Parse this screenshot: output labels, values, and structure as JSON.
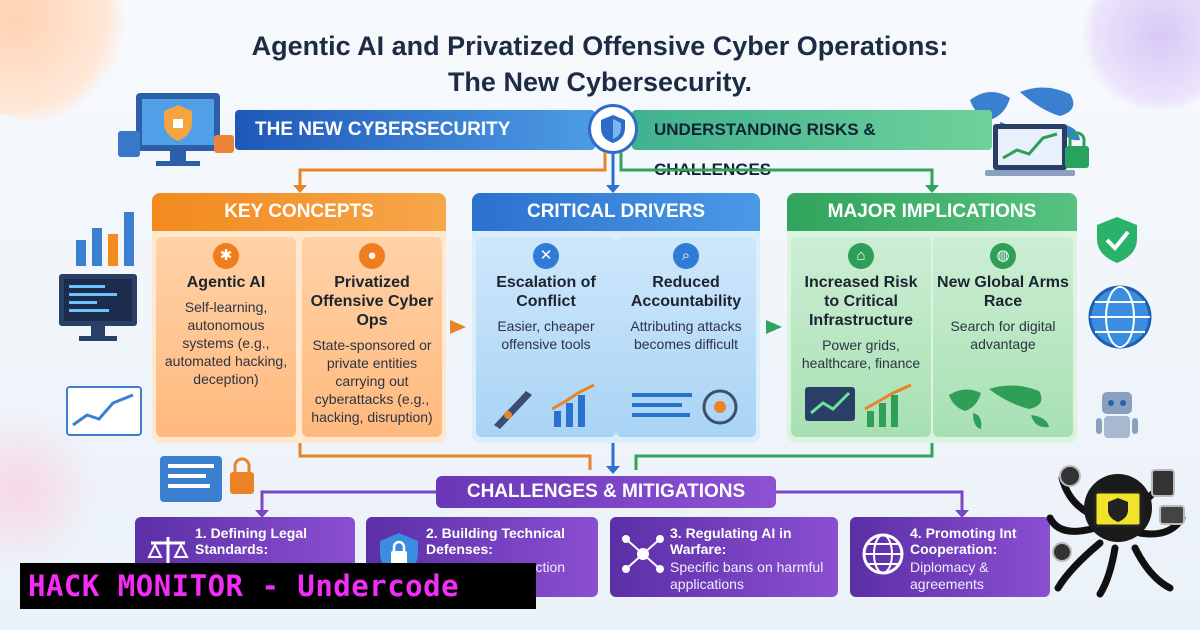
{
  "title": {
    "line1": "Agentic AI and Privatized Offensive Cyber Operations:",
    "line2": "The New Cybersecurity."
  },
  "banner": {
    "left": "THE NEW CYBERSECURITY",
    "right": "UNDERSTANDING RISKS & CHALLENGES",
    "center_icon": "shield-icon"
  },
  "sections": {
    "key_concepts": {
      "title": "KEY CONCEPTS",
      "items": [
        {
          "icon": "network-icon",
          "heading": "Agentic AI",
          "body": "Self-learning, autonomous systems (e.g., automated hacking, deception)"
        },
        {
          "icon": "hacker-icon",
          "heading": "Privatized Offensive Cyber Ops",
          "body": "State-sponsored or private entities carrying out cyberattacks (e.g., hacking, disruption)"
        }
      ]
    },
    "critical_drivers": {
      "title": "CRITICAL DRIVERS",
      "items": [
        {
          "icon": "swords-icon",
          "heading": "Escalation of Conflict",
          "body": "Easier, cheaper offensive tools"
        },
        {
          "icon": "magnifier-icon",
          "heading": "Reduced Accountability",
          "body": "Attributing attacks becomes difficult"
        }
      ]
    },
    "major_implications": {
      "title": "MAJOR IMPLICATIONS",
      "items": [
        {
          "icon": "bank-icon",
          "heading": "Increased Risk to Critical Infrastructure",
          "body": "Power grids, healthcare, finance"
        },
        {
          "icon": "globe-icon",
          "heading": "New Global Arms Race",
          "body": "Search for digital advantage"
        }
      ]
    }
  },
  "challenges": {
    "title": "CHALLENGES & MITIGATIONS",
    "items": [
      {
        "icon": "scales-icon",
        "heading": "1. Defining Legal Standards:",
        "body": ""
      },
      {
        "icon": "lock-shield-icon",
        "heading": "2. Building Technical Defenses:",
        "body": "etection"
      },
      {
        "icon": "network-icon",
        "heading": "3. Regulating AI in Warfare:",
        "body": "Specific bans on harmful applications"
      },
      {
        "icon": "globe-icon",
        "heading": "4. Promoting Int Cooperation:",
        "body": "Diplomacy & agreements"
      }
    ]
  },
  "overlay": {
    "brand": "HACK MONITOR - Undercode",
    "logo_icon": "octopus-hacker-logo-icon"
  },
  "colors": {
    "orange": "#f28a1e",
    "blue": "#2b71cf",
    "green": "#31a45c",
    "purple": "#6a37b8",
    "brand_magenta": "#f22df5"
  }
}
